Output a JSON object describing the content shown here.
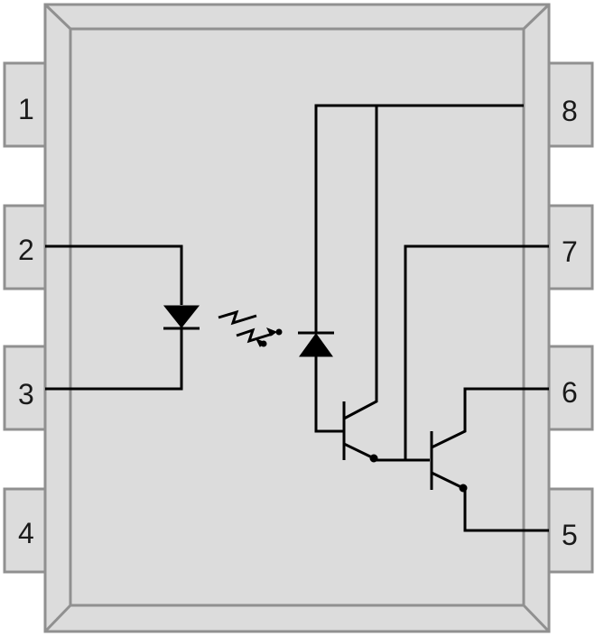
{
  "diagram": {
    "pins_left": [
      {
        "number": "1"
      },
      {
        "number": "2"
      },
      {
        "number": "3"
      },
      {
        "number": "4"
      }
    ],
    "pins_right": [
      {
        "number": "8"
      },
      {
        "number": "7"
      },
      {
        "number": "6"
      },
      {
        "number": "5"
      }
    ]
  }
}
